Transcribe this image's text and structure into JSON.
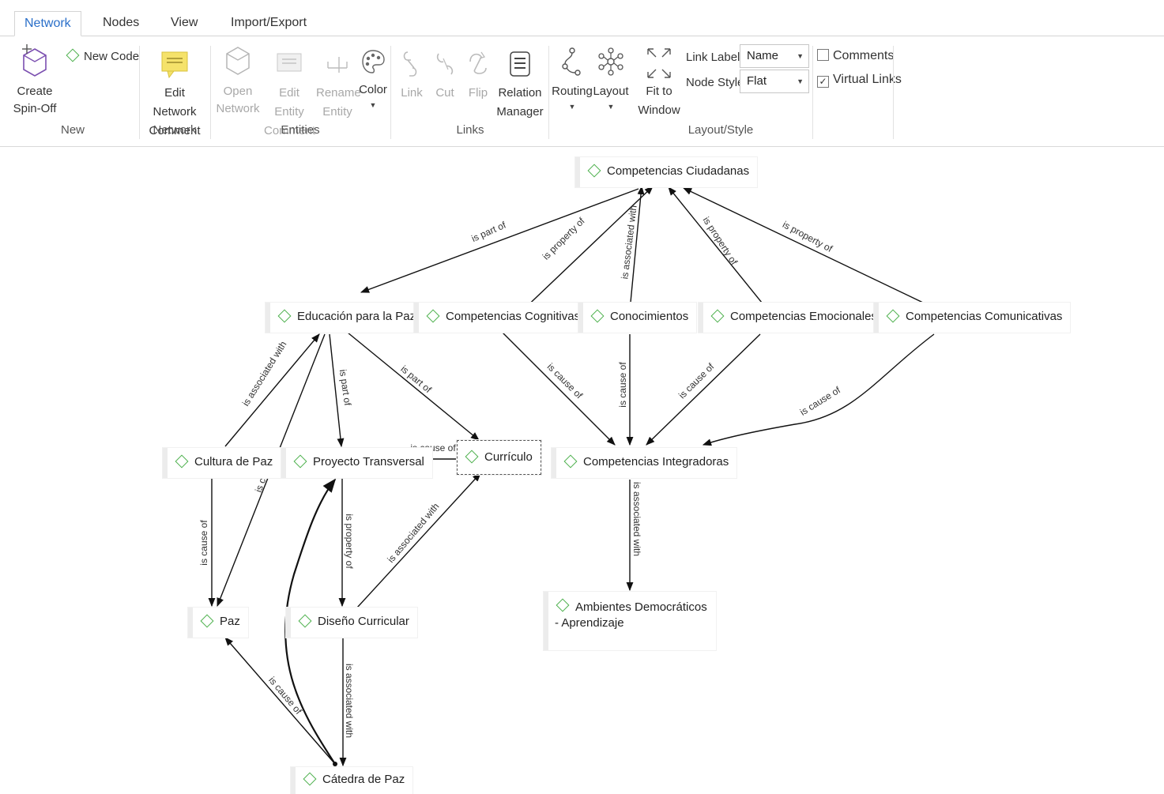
{
  "tabs": [
    "Network",
    "Nodes",
    "View",
    "Import/Export"
  ],
  "ribbon": {
    "create_spinoff": [
      "Create",
      "Spin-Off"
    ],
    "new_code": "New Code",
    "group_new": "New",
    "edit_network_comment": [
      "Edit Network",
      "Comment"
    ],
    "group_network": "Network",
    "open_network": [
      "Open",
      "Network"
    ],
    "edit_entity_comment": [
      "Edit Entity",
      "Comment"
    ],
    "rename_entity": [
      "Rename",
      "Entity"
    ],
    "color": "Color",
    "group_entities": "Entities",
    "link": "Link",
    "cut": "Cut",
    "flip": "Flip",
    "relation_manager": [
      "Relation",
      "Manager"
    ],
    "group_links": "Links",
    "routing": "Routing",
    "layout": "Layout",
    "fit_to_window": [
      "Fit to",
      "Window"
    ],
    "link_label_caption": "Link Label",
    "link_label_value": "Name",
    "node_style_caption": "Node Style",
    "node_style_value": "Flat",
    "comments_label": "Comments",
    "comments_checked": false,
    "virtual_links_label": "Virtual Links",
    "virtual_links_checked": true,
    "group_layout_style": "Layout/Style"
  },
  "network": {
    "nodes": [
      {
        "id": "ciudadanas",
        "label": "Competencias Ciudadanas"
      },
      {
        "id": "educacion",
        "label": "Educación para la Paz"
      },
      {
        "id": "cognitivas",
        "label": "Competencias Cognitivas"
      },
      {
        "id": "conocimientos",
        "label": "Conocimientos"
      },
      {
        "id": "emocionales",
        "label": "Competencias Emocionales"
      },
      {
        "id": "comunicativas",
        "label": "Competencias Comunicativas"
      },
      {
        "id": "cultura",
        "label": "Cultura de Paz"
      },
      {
        "id": "proyecto",
        "label": "Proyecto Transversal"
      },
      {
        "id": "curriculo",
        "label": "Currículo"
      },
      {
        "id": "integradoras",
        "label": "Competencias Integradoras"
      },
      {
        "id": "paz",
        "label": "Paz"
      },
      {
        "id": "diseno",
        "label": "Diseño Curricular"
      },
      {
        "id": "ambientes",
        "label": "Ambientes Democráticos - Aprendizaje"
      },
      {
        "id": "catedra",
        "label": "Cátedra de Paz"
      }
    ],
    "links": [
      {
        "from": "ciudadanas",
        "to": "educacion",
        "label": "is part of"
      },
      {
        "from": "cognitivas",
        "to": "ciudadanas",
        "label": "is property of"
      },
      {
        "from": "conocimientos",
        "to": "ciudadanas",
        "label": "is associated with"
      },
      {
        "from": "emocionales",
        "to": "ciudadanas",
        "label": "is property of"
      },
      {
        "from": "comunicativas",
        "to": "ciudadanas",
        "label": "is property of"
      },
      {
        "from": "cultura",
        "to": "educacion",
        "label": "is associated with"
      },
      {
        "from": "educacion",
        "to": "proyecto",
        "label": "is part of"
      },
      {
        "from": "educacion",
        "to": "curriculo",
        "label": "is part of"
      },
      {
        "from": "educacion",
        "to": "paz",
        "label": "is cause of"
      },
      {
        "from": "curriculo",
        "to": "proyecto",
        "label": "is cause of"
      },
      {
        "from": "cognitivas",
        "to": "integradoras",
        "label": "is cause of"
      },
      {
        "from": "conocimientos",
        "to": "integradoras",
        "label": "is cause of"
      },
      {
        "from": "emocionales",
        "to": "integradoras",
        "label": "is cause of"
      },
      {
        "from": "comunicativas",
        "to": "integradoras",
        "label": "is cause of"
      },
      {
        "from": "cultura",
        "to": "paz",
        "label": "is cause of"
      },
      {
        "from": "proyecto",
        "to": "diseno",
        "label": "is property of"
      },
      {
        "from": "diseno",
        "to": "curriculo",
        "label": "is associated with"
      },
      {
        "from": "integradoras",
        "to": "ambientes",
        "label": "is associated with"
      },
      {
        "from": "diseno",
        "to": "catedra",
        "label": "is associated with"
      },
      {
        "from": "catedra",
        "to": "paz",
        "label": "is cause of"
      },
      {
        "from": "catedra",
        "to": "proyecto",
        "label": ""
      }
    ]
  }
}
